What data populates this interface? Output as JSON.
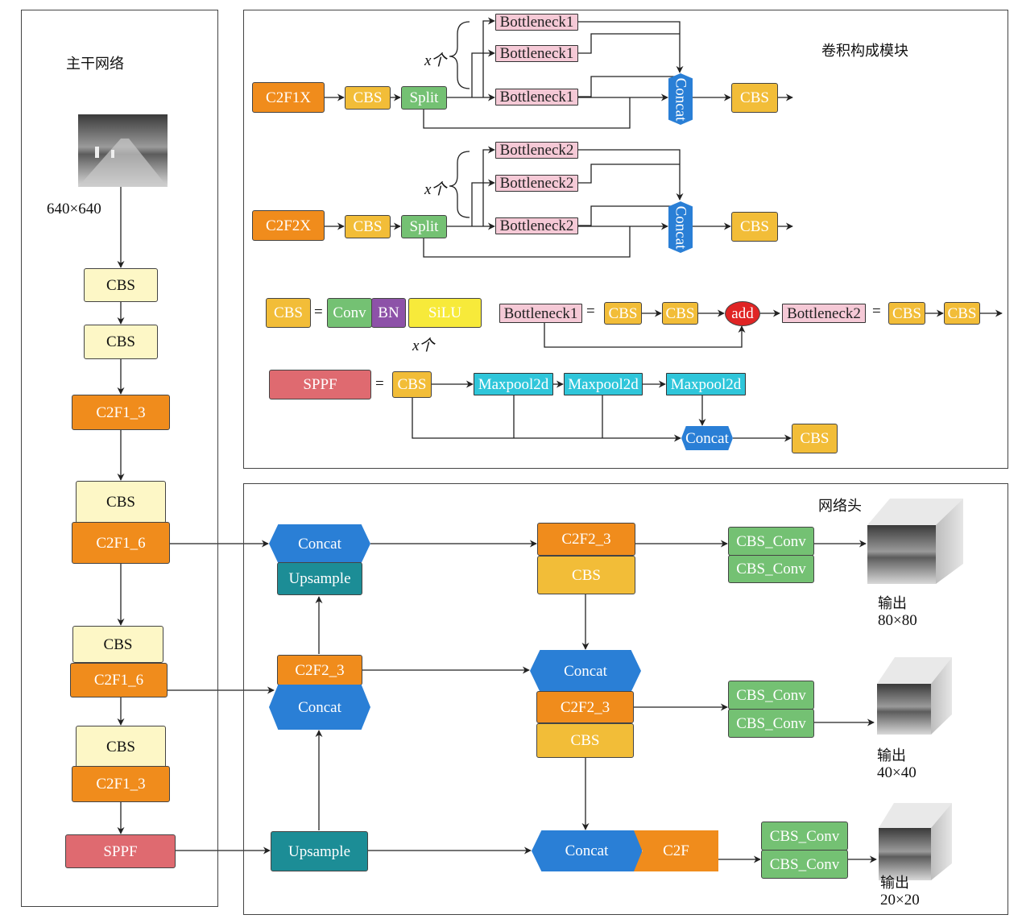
{
  "backbone": {
    "title": "主干网络",
    "input_size": "640×640",
    "blocks": [
      "CBS",
      "CBS",
      "C2F1_3",
      "CBS",
      "C2F1_6",
      "CBS",
      "C2F1_6",
      "CBS",
      "C2F1_3",
      "SPPF"
    ]
  },
  "modules": {
    "title": "卷积构成模块",
    "c2f1x": {
      "name": "C2F1X",
      "cbs": "CBS",
      "split": "Split",
      "bottleneck": "Bottleneck1",
      "concat": "Concat",
      "cbs_out": "CBS",
      "repeat": "x个"
    },
    "c2f2x": {
      "name": "C2F2X",
      "cbs": "CBS",
      "split": "Split",
      "bottleneck": "Bottleneck2",
      "concat": "Concat",
      "cbs_out": "CBS",
      "repeat": "x个"
    },
    "cbs_def": {
      "name": "CBS",
      "eq": "=",
      "conv": "Conv",
      "bn": "BN",
      "silu": "SiLU",
      "repeat": "x个"
    },
    "bottleneck1_def": {
      "name": "Bottleneck1",
      "eq": "=",
      "cbs1": "CBS",
      "cbs2": "CBS",
      "add": "add"
    },
    "bottleneck2_def": {
      "name": "Bottleneck2",
      "eq": "=",
      "cbs1": "CBS",
      "cbs2": "CBS"
    },
    "sppf_def": {
      "name": "SPPF",
      "eq": "=",
      "cbs": "CBS",
      "maxpool": "Maxpool2d",
      "concat": "Concat",
      "cbs_out": "CBS"
    }
  },
  "head": {
    "title": "网络头",
    "col1": {
      "concat_top": "Concat",
      "upsample_top": "Upsample",
      "c2f2_mid": "C2F2_3",
      "concat_mid": "Concat",
      "upsample_bot": "Upsample"
    },
    "col2": {
      "c2f2_top": "C2F2_3",
      "cbs_top": "CBS",
      "concat_mid": "Concat",
      "c2f2_mid": "C2F2_3",
      "cbs_mid": "CBS",
      "concat_bot": "Concat",
      "c2f_bot": "C2F"
    },
    "col3": {
      "conv": "CBS_Conv"
    },
    "outputs": [
      {
        "label": "输出",
        "size": "80×80"
      },
      {
        "label": "输出",
        "size": "40×40"
      },
      {
        "label": "输出",
        "size": "20×20"
      }
    ]
  },
  "colors": {
    "orange": "#f08c1c",
    "gold": "#f2bd38",
    "cream": "#fdf7c6",
    "green": "#74c173",
    "blue": "#2a7fd6",
    "teal": "#1c8d96",
    "pink": "#f5c9d6",
    "cyan": "#2fc6da",
    "red": "#df6a70",
    "purple": "#8d52a8",
    "yellow": "#f7ea3a"
  }
}
